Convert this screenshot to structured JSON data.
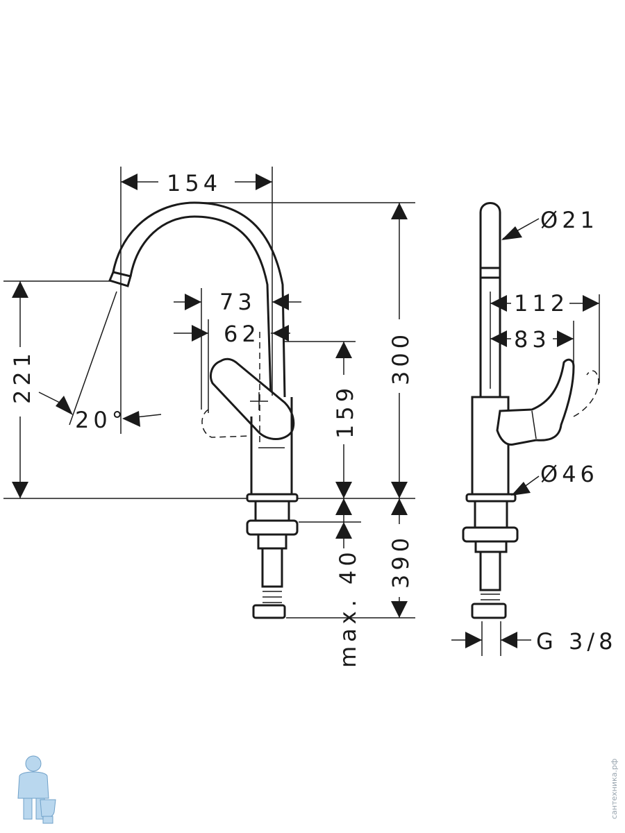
{
  "drawing": {
    "dimensions": {
      "spout_reach": "154",
      "height_total": "300",
      "spout_height": "221",
      "handle_reach_73": "73",
      "handle_reach_62": "62",
      "handle_height": "159",
      "rotation_angle": "20°",
      "total_length": "390",
      "max_countertop": "max. 40",
      "spout_diameter": "Ø21",
      "side_reach_112": "112",
      "side_reach_83": "83",
      "body_diameter": "Ø46",
      "connection_thread": "G 3/8"
    },
    "watermark": "сантехника.рф"
  }
}
